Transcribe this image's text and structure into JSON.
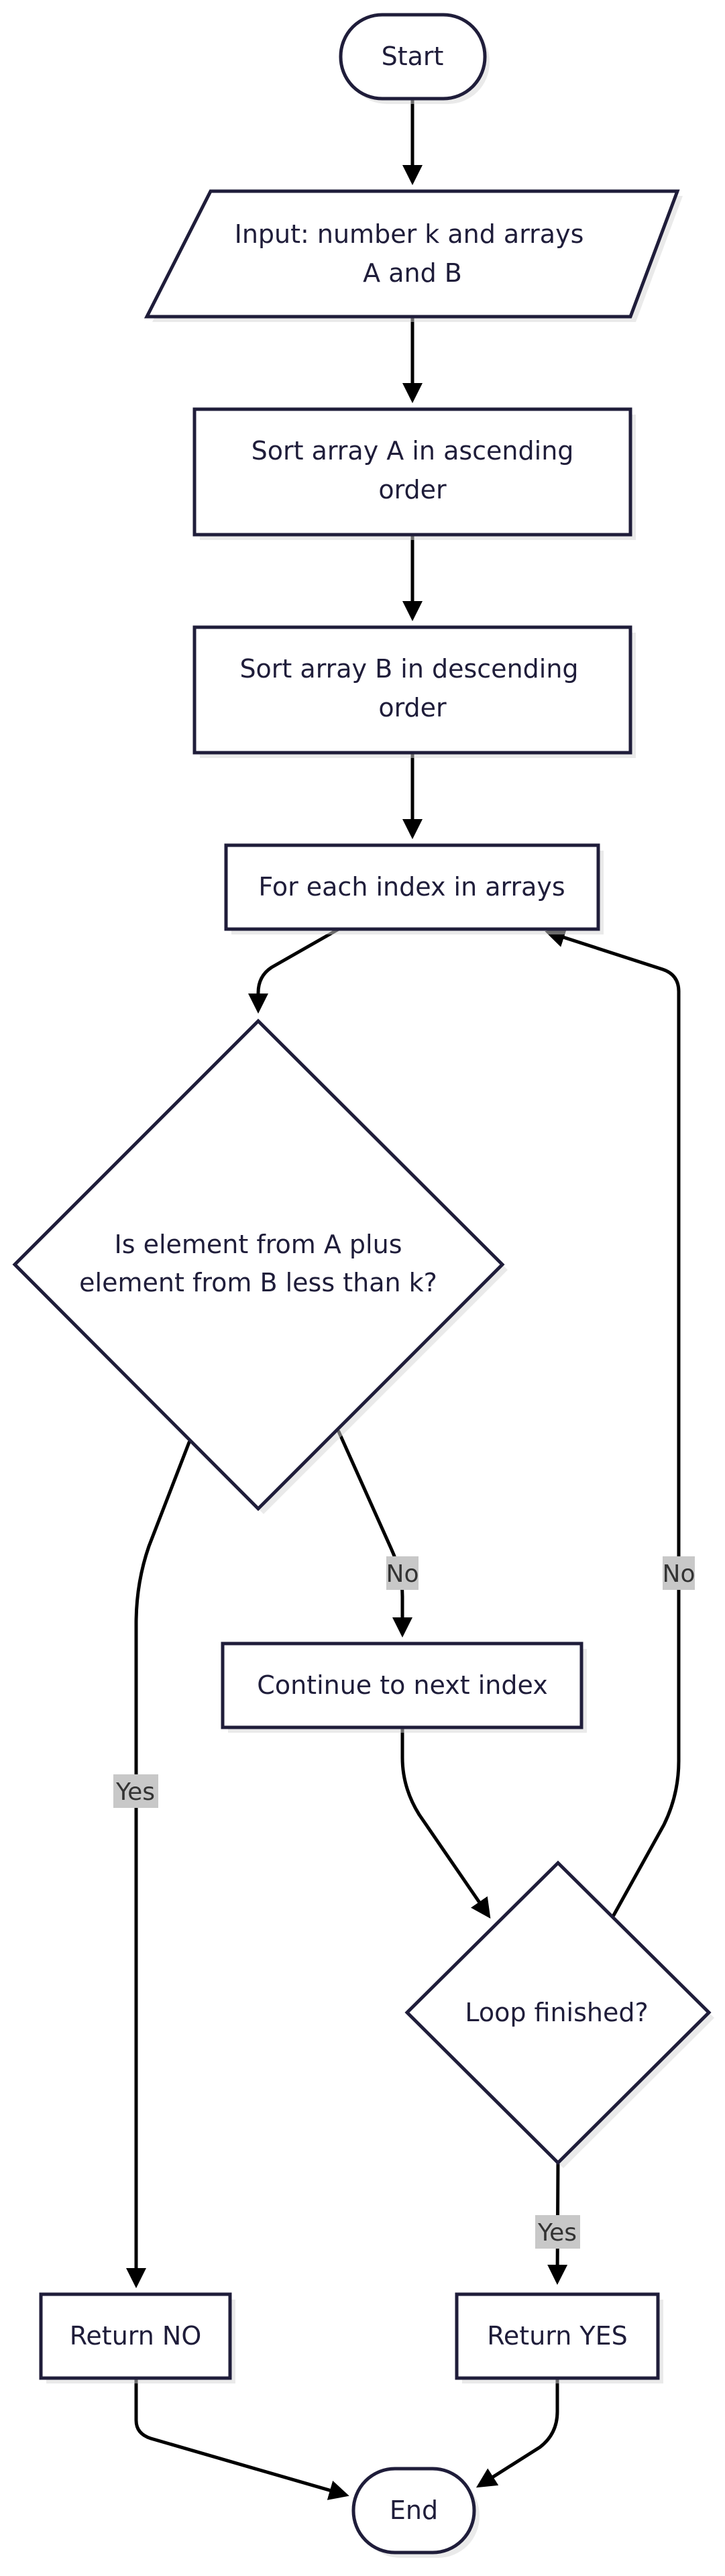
{
  "nodes": {
    "start": "Start",
    "input_line1": "Input: number k and arrays",
    "input_line2": "A and B",
    "sort_a_line1": "Sort array A in ascending",
    "sort_a_line2": "order",
    "sort_b_line1": "Sort array B in descending",
    "sort_b_line2": "order",
    "for_each": "For each index in arrays",
    "check_line1": "Is element from A plus",
    "check_line2": "element from B less than k?",
    "continue": "Continue to next index",
    "loop_finished": "Loop finished?",
    "return_no": "Return NO",
    "return_yes": "Return YES",
    "end": "End"
  },
  "edge_labels": {
    "check_no": "No",
    "check_yes": "Yes",
    "loop_no": "No",
    "loop_yes": "Yes"
  }
}
